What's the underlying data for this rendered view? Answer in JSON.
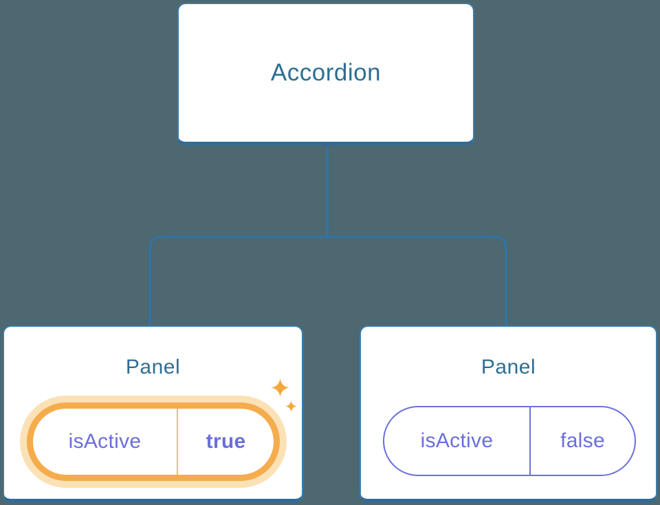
{
  "tree": {
    "root": {
      "label": "Accordion"
    },
    "panels": [
      {
        "title": "Panel",
        "active": true,
        "prop": {
          "name": "isActive",
          "value": "true"
        }
      },
      {
        "title": "Panel",
        "active": false,
        "prop": {
          "name": "isActive",
          "value": "false"
        }
      }
    ]
  },
  "icons": {
    "sparkles": "sparkle-icon"
  },
  "colors": {
    "background": "#4D6871",
    "connector": "#2F75A6",
    "node_border": "#3B7EAC",
    "node_border_bottom": "#2F6C9B",
    "node_text": "#2F6E92",
    "prop_text": "#6A6FDC",
    "active_highlight": "#F5AC4C",
    "active_halo": "#FBE1B6",
    "sparkle": "#F4A83C"
  }
}
